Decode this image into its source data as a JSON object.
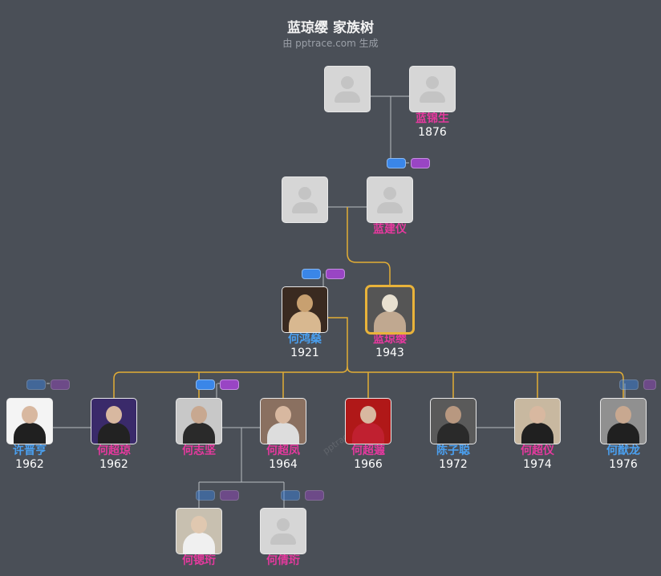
{
  "header": {
    "title": "蓝琼缨 家族树",
    "subtitle": "由 pptrace.com 生成"
  },
  "watermark": "pptrace",
  "people": [
    {
      "id": "p1",
      "name": "",
      "year": "",
      "gender": "m",
      "photo": "placeholder"
    },
    {
      "id": "p2",
      "name": "蓝锦生",
      "year": "1876",
      "gender": "f",
      "photo": "placeholder"
    },
    {
      "id": "p3",
      "name": "",
      "year": "",
      "gender": "m",
      "photo": "placeholder"
    },
    {
      "id": "p4",
      "name": "蓝建仪",
      "year": "",
      "gender": "f",
      "photo": "placeholder"
    },
    {
      "id": "p5",
      "name": "何鸿燊",
      "year": "1921",
      "gender": "m",
      "photo": "portrait",
      "colors": [
        "#3a2a20",
        "#d8b890",
        "#c8a070"
      ]
    },
    {
      "id": "p6",
      "name": "蓝琼缨",
      "year": "1943",
      "gender": "f",
      "photo": "portrait",
      "highlight": true,
      "colors": [
        "#555",
        "#c0a890",
        "#e8e0d0"
      ]
    },
    {
      "id": "p7",
      "name": "许晋亨",
      "year": "1962",
      "gender": "m",
      "photo": "portrait",
      "colors": [
        "#f4f4f4",
        "#202020",
        "#d8b8a0"
      ]
    },
    {
      "id": "p8",
      "name": "何超琼",
      "year": "1962",
      "gender": "f",
      "photo": "portrait",
      "colors": [
        "#3a2a6a",
        "#222",
        "#d8b8a0"
      ]
    },
    {
      "id": "p9",
      "name": "何志坚",
      "year": "",
      "gender": "f",
      "photo": "portrait",
      "colors": [
        "#c8c8c8",
        "#2a2a2a",
        "#c8a890"
      ]
    },
    {
      "id": "p10",
      "name": "何超凤",
      "year": "1964",
      "gender": "f",
      "photo": "portrait",
      "colors": [
        "#8a7060",
        "#ddd",
        "#d8b8a0"
      ]
    },
    {
      "id": "p11",
      "name": "何超蕸",
      "year": "1966",
      "gender": "f",
      "photo": "portrait",
      "colors": [
        "#b01818",
        "#c02030",
        "#d8b8a0"
      ]
    },
    {
      "id": "p12",
      "name": "陈子聪",
      "year": "1972",
      "gender": "m",
      "photo": "portrait",
      "colors": [
        "#5a5a5a",
        "#2a2a2a",
        "#b89880"
      ]
    },
    {
      "id": "p13",
      "name": "何超仪",
      "year": "1974",
      "gender": "f",
      "photo": "portrait",
      "colors": [
        "#c8b8a0",
        "#202020",
        "#d8b8a0"
      ]
    },
    {
      "id": "p14",
      "name": "何猷龙",
      "year": "1976",
      "gender": "m",
      "photo": "portrait",
      "colors": [
        "#909090",
        "#202020",
        "#c8a890"
      ]
    },
    {
      "id": "p15",
      "name": "何锶珩",
      "year": "",
      "gender": "f",
      "photo": "portrait",
      "colors": [
        "#c8c0b0",
        "#f0f0f0",
        "#e0c8b0"
      ]
    },
    {
      "id": "p16",
      "name": "何倩珩",
      "year": "",
      "gender": "f",
      "photo": "placeholder"
    }
  ]
}
